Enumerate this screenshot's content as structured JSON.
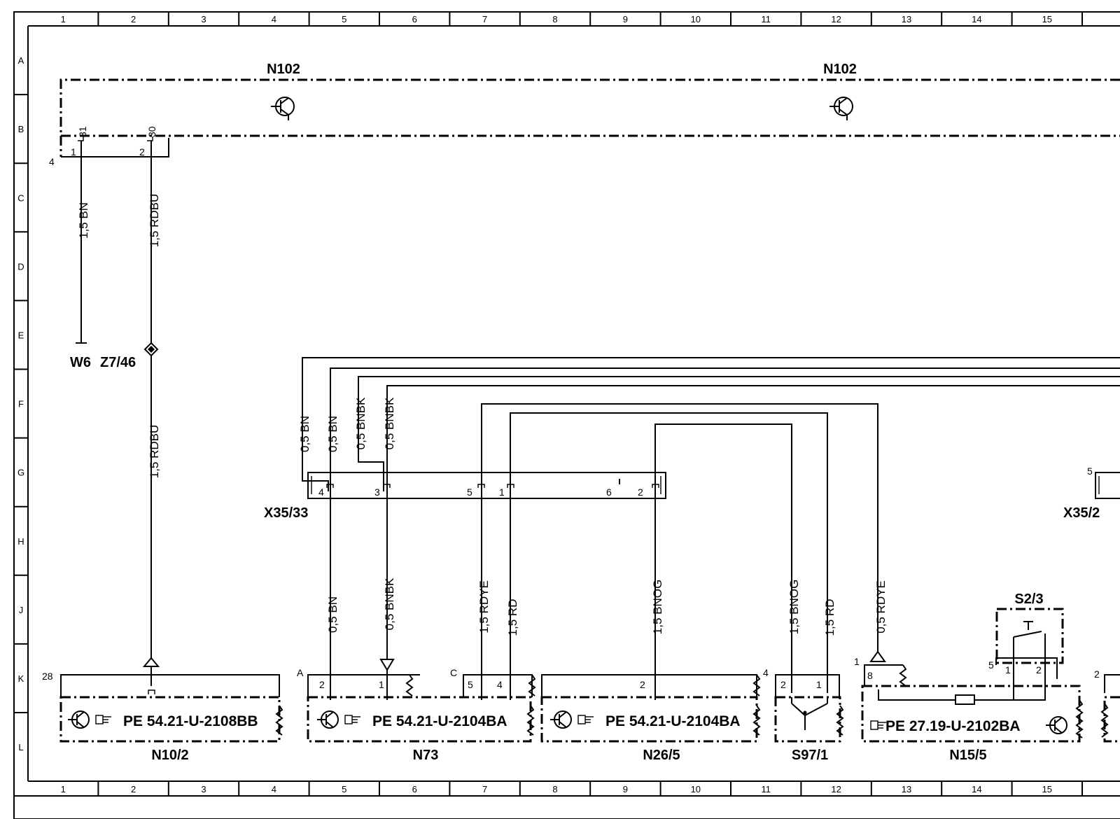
{
  "grid": {
    "columns": [
      "1",
      "2",
      "3",
      "4",
      "5",
      "6",
      "7",
      "8",
      "9",
      "10",
      "11",
      "12",
      "13",
      "14",
      "15"
    ],
    "rows": [
      "A",
      "B",
      "C",
      "D",
      "E",
      "F",
      "G",
      "H",
      "J",
      "K",
      "L"
    ]
  },
  "modules": {
    "n102_left": "N102",
    "n102_right": "N102",
    "x35_33": "X35/33",
    "x35_2": "X35/2",
    "w6": "W6",
    "z7_46": "Z7/46",
    "s2_3": "S2/3",
    "n10_2": "N10/2",
    "n73": "N73",
    "n26_5": "N26/5",
    "s97_1": "S97/1",
    "n15_5": "N15/5"
  },
  "pe_refs": {
    "n10_2": "PE  54.21-U-2108BB",
    "n73": "PE  54.21-U-2104BA",
    "n26_5": "PE  54.21-U-2104BA",
    "n15_5": "PE  27.19-U-2102BA"
  },
  "wires": {
    "w1": "1,5 BN",
    "w2": "1,5 RDBU",
    "w3": "1,5 RDBU",
    "w4": "0,5 BN",
    "w5": "0,5 BN",
    "w6": "0,5 BNBK",
    "w7": "0,5 BNBK",
    "w8": "0,5 BN",
    "w9": "0,5 BNBK",
    "w10": "1,5 RDYE",
    "w11": "1,5 RD",
    "w12": "1,5 BNOG",
    "w13": "1,5 BNOG",
    "w14": "1,5 RD",
    "w15": "0,5 RDYE"
  },
  "pins": {
    "n102_1": "1",
    "n102_31": "31",
    "n102_2": "2",
    "n102_30": "30",
    "n102_conn": "4",
    "x_4": "4",
    "x_3": "3",
    "x_5": "5",
    "x_1": "1",
    "x_6": "6",
    "x_2": "2",
    "x35_2_5": "5",
    "n10_conn": "28",
    "n73_a": "A",
    "n73_2": "2",
    "n73_1": "1",
    "n73_c": "C",
    "n73_5": "5",
    "n73_4": "4",
    "n26_2": "2",
    "s97_conn": "4",
    "s97_2": "2",
    "s97_1": "1",
    "n15_conn": "1",
    "n15_8": "8",
    "s23_conn": "5",
    "s23_1": "1",
    "s23_2": "2",
    "right_conn": "2"
  }
}
